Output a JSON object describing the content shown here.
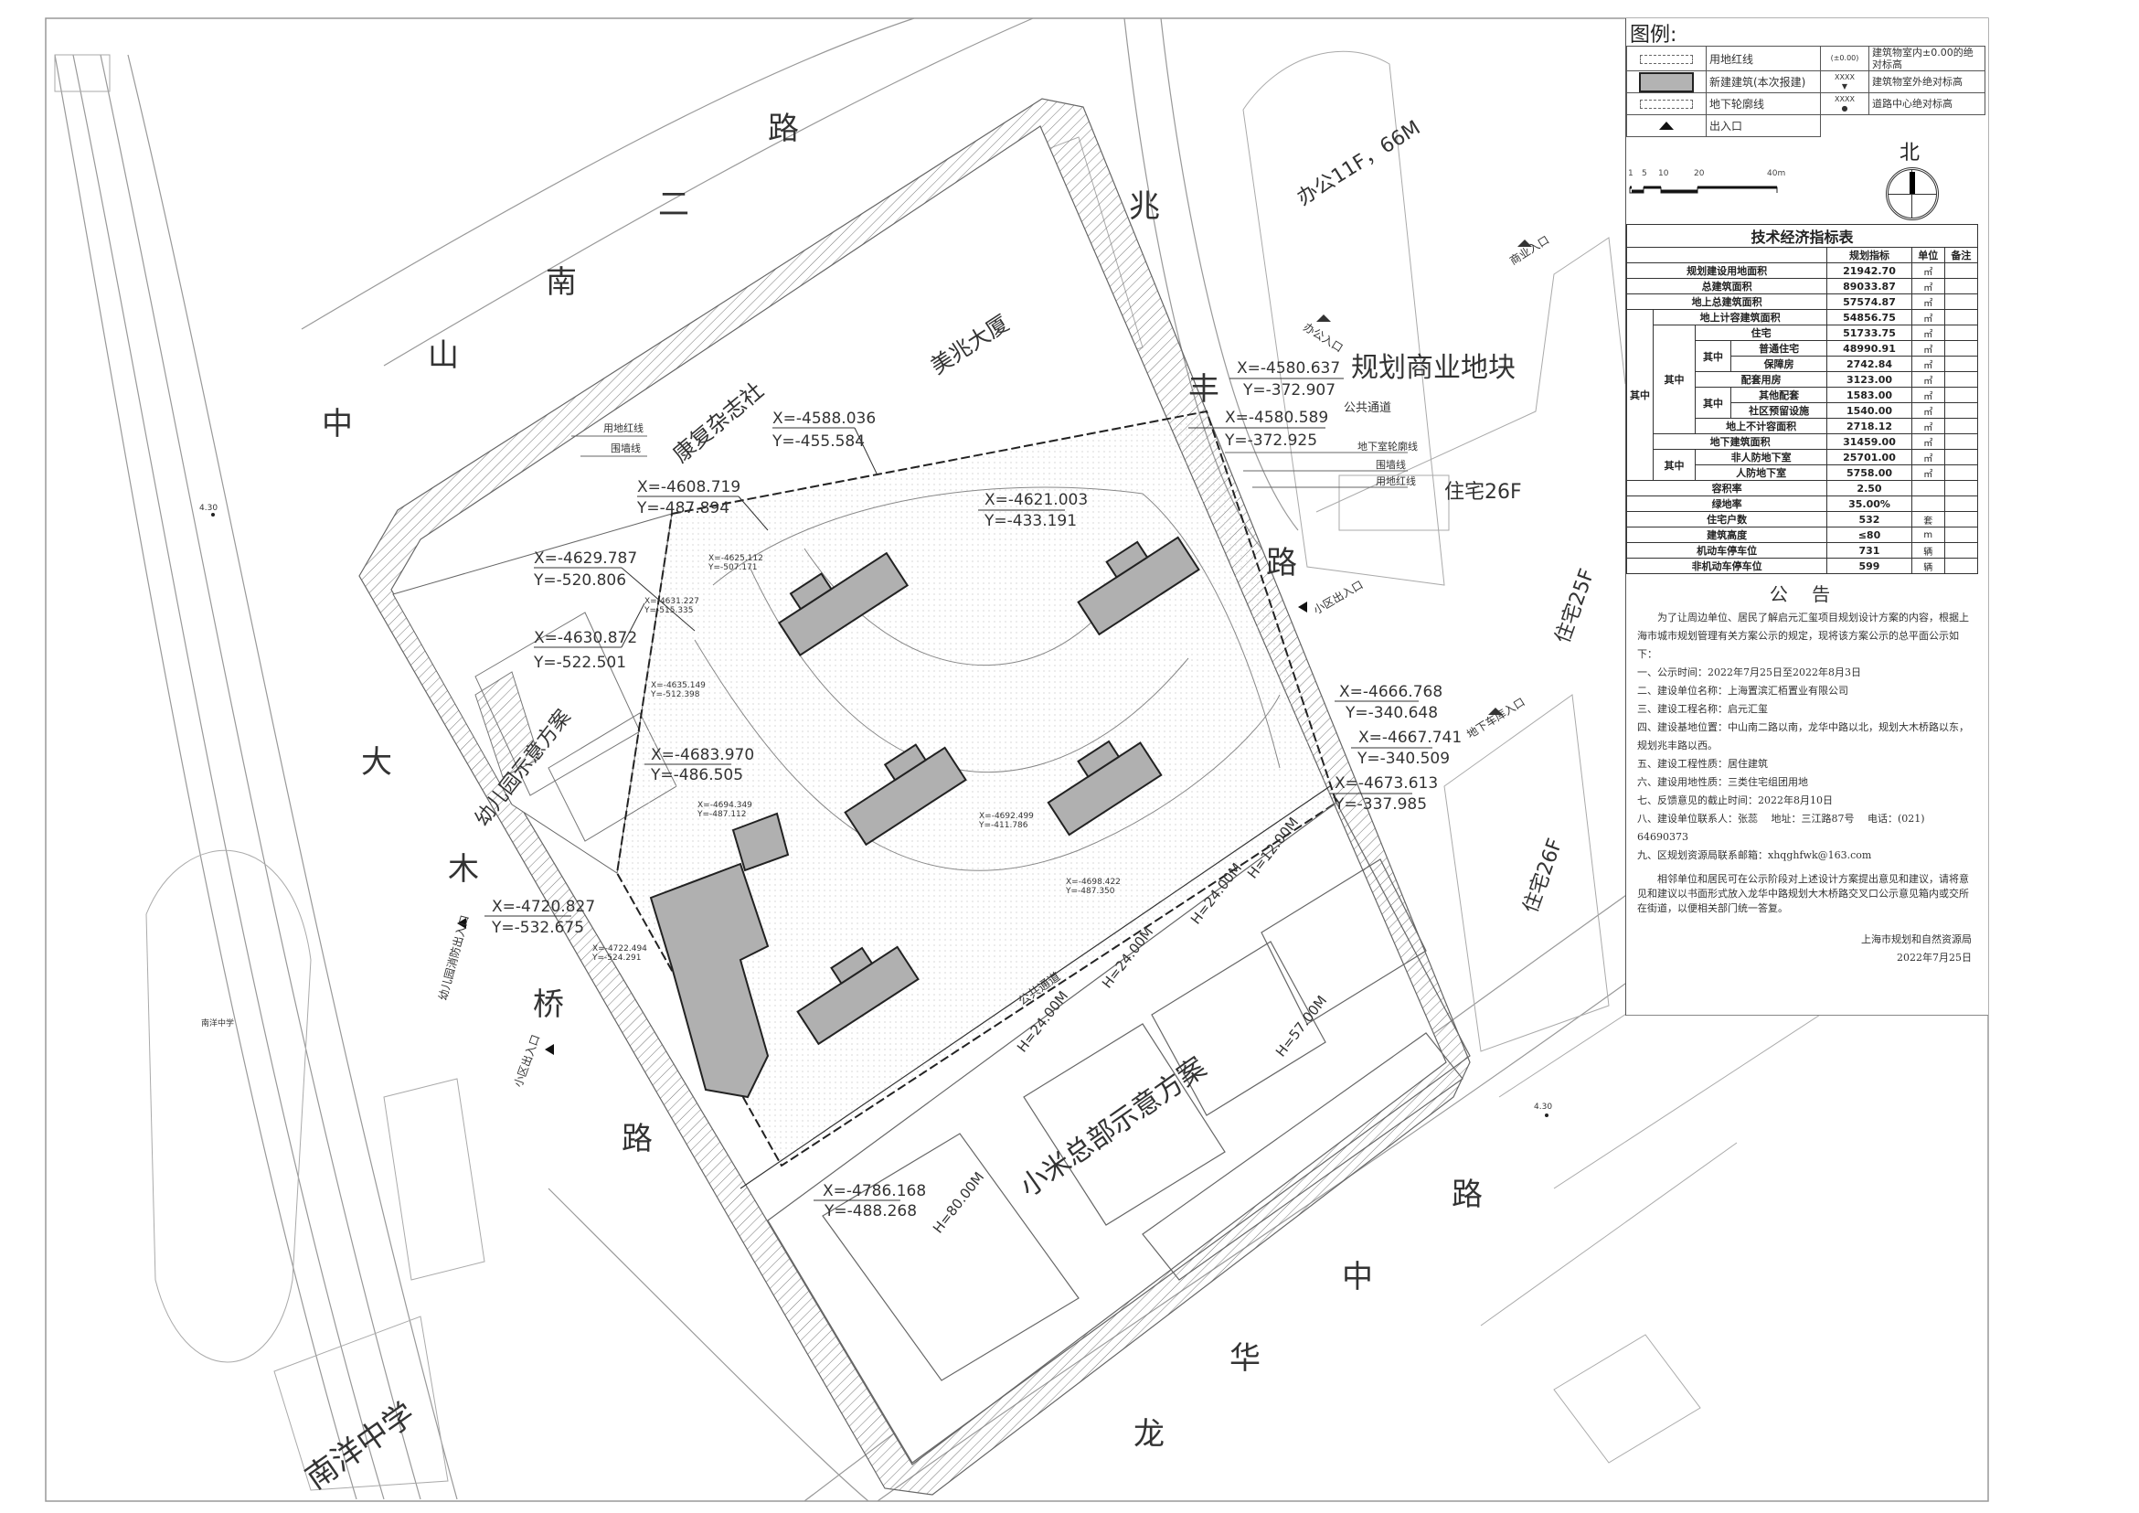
{
  "legend": {
    "title": "图例:",
    "items": [
      {
        "icon": "dashed-rect",
        "label": "用地红线"
      },
      {
        "icon": "grey-building",
        "label": "新建建筑(本次报建)"
      },
      {
        "icon": "dashed-rect",
        "label": "地下轮廓线"
      },
      {
        "icon": "triangle-up",
        "label": "出入口"
      }
    ],
    "items_right": [
      {
        "symbol": "(±0.00)",
        "label": "建筑物室内±0.00的绝对标高"
      },
      {
        "symbol": "XXXX",
        "label": "建筑物室外绝对标高"
      },
      {
        "symbol": "XXXX",
        "label": "道路中心绝对标高"
      }
    ],
    "scale_labels": [
      "1",
      "5",
      "10",
      "20",
      "40m"
    ],
    "north": "北"
  },
  "tech_table": {
    "title": "技术经济指标表",
    "headers": [
      "规划指标",
      "单位",
      "备注"
    ],
    "group_label": "其中",
    "rows": [
      {
        "label": "规划建设用地面积",
        "value": "21942.70",
        "unit": "㎡"
      },
      {
        "label": "总建筑面积",
        "value": "89033.87",
        "unit": "㎡"
      },
      {
        "label": "地上总建筑面积",
        "value": "57574.87",
        "unit": "㎡"
      },
      {
        "label": "地上计容建筑面积",
        "value": "54856.75",
        "unit": "㎡"
      },
      {
        "label": "住宅",
        "value": "51733.75",
        "unit": "㎡"
      },
      {
        "label": "普通住宅",
        "value": "48990.91",
        "unit": "㎡"
      },
      {
        "label": "保障房",
        "value": "2742.84",
        "unit": "㎡"
      },
      {
        "label": "配套用房",
        "value": "3123.00",
        "unit": "㎡"
      },
      {
        "label": "其他配套",
        "value": "1583.00",
        "unit": "㎡"
      },
      {
        "label": "社区预留设施",
        "value": "1540.00",
        "unit": "㎡"
      },
      {
        "label": "地上不计容面积",
        "value": "2718.12",
        "unit": "㎡"
      },
      {
        "label": "地下建筑面积",
        "value": "31459.00",
        "unit": "㎡"
      },
      {
        "label": "非人防地下室",
        "value": "25701.00",
        "unit": "㎡"
      },
      {
        "label": "人防地下室",
        "value": "5758.00",
        "unit": "㎡"
      },
      {
        "label": "容积率",
        "value": "2.50",
        "unit": ""
      },
      {
        "label": "绿地率",
        "value": "35.00%",
        "unit": ""
      },
      {
        "label": "住宅户数",
        "value": "532",
        "unit": "套"
      },
      {
        "label": "建筑高度",
        "value": "≤80",
        "unit": "m"
      },
      {
        "label": "机动车停车位",
        "value": "731",
        "unit": "辆"
      },
      {
        "label": "非机动车停车位",
        "value": "599",
        "unit": "辆"
      }
    ]
  },
  "notice": {
    "title": "公 告",
    "intro": "为了让周边单位、居民了解启元汇玺项目规划设计方案的内容，根据上海市城市规划管理有关方案公示的规定，现将该方案公示的总平面公示如下：",
    "items": [
      "一、公示时间：2022年7月25日至2022年8月3日",
      "二、建设单位名称：上海置滨汇栢置业有限公司",
      "三、建设工程名称：启元汇玺",
      "四、建设基地位置：中山南二路以南，龙华中路以北，规划大木桥路以东，规划兆丰路以西。",
      "五、建设工程性质：居住建筑",
      "六、建设用地性质：三类住宅组团用地",
      "七、反馈意见的截止时间：2022年8月10日",
      "八、建设单位联系人：张蕊　 地址：三江路87号　 电话：(021) 64690373",
      "九、区规划资源局联系邮箱：xhqghfwk@163.com"
    ],
    "closing": "相邻单位和居民可在公示阶段对上述设计方案提出意见和建议，请将意见和建议以书面形式放入龙华中路规划大木桥路交叉口公示意见箱内或交所在街道，以便相关部门统一答复。",
    "signature": "上海市规划和自然资源局",
    "date": "2022年7月25日"
  },
  "map": {
    "roads": {
      "zhongshan": [
        "中",
        "山",
        "南",
        "二",
        "路"
      ],
      "zhaofeng": [
        "兆",
        "丰",
        "路"
      ],
      "damuqiao": [
        "大",
        "木",
        "桥",
        "路"
      ],
      "longhua": [
        "龙",
        "华",
        "中",
        "路"
      ]
    },
    "labels": {
      "meizhao": "美兆大厦",
      "kangfu": "康复杂志社",
      "commercial": "规划商业地块",
      "res26_top": "住宅26F",
      "office": "办公11F，66M",
      "public_passage": "公共通道",
      "public_passage2": "公共通道",
      "kindergarten": "幼儿园示意方案",
      "xiaomi": "小米总部示意方案",
      "nanyang": "南洋中学",
      "nanyang_small": "南洋中学",
      "res25": "住宅25F",
      "res26_right": "住宅26F",
      "redline": "用地红线",
      "wall": "围墙线",
      "basement": "地下室轮廓线",
      "wall2": "围墙线",
      "redline2": "用地红线",
      "elev1": "4.30",
      "elev2": "4.30"
    },
    "entrances": {
      "commercial": "商业入口",
      "office": "办公入口",
      "community_east": "小区出入口",
      "community_west": "小区出入口",
      "kindergarten_fire": "幼儿园消防出入口",
      "garage": "地下车库入口"
    },
    "heights": [
      "H=12.00M",
      "H=24.00M",
      "H=24.00M",
      "H=24.00M",
      "H=57.00M",
      "H=80.00M"
    ],
    "coords": [
      {
        "x": "X=-4580.637",
        "y": "Y=-372.907"
      },
      {
        "x": "X=-4580.589",
        "y": "Y=-372.925"
      },
      {
        "x": "X=-4588.036",
        "y": "Y=-455.584"
      },
      {
        "x": "X=-4608.719",
        "y": "Y=-487.894"
      },
      {
        "x": "X=-4621.003",
        "y": "Y=-433.191"
      },
      {
        "x": "X=-4629.787",
        "y": "Y=-520.806"
      },
      {
        "x": "X=-4630.872",
        "y": "Y=-522.501"
      },
      {
        "x": "X=-4683.970",
        "y": "Y=-486.505"
      },
      {
        "x": "X=-4720.827",
        "y": "Y=-532.675"
      },
      {
        "x": "X=-4666.768",
        "y": "Y=-340.648"
      },
      {
        "x": "X=-4667.741",
        "y": "Y=-340.509"
      },
      {
        "x": "X=-4673.613",
        "y": "Y=-337.985"
      },
      {
        "x": "X=-4786.168",
        "y": "Y=-488.268"
      }
    ],
    "small_coords": [
      {
        "x": "X=-4625.112",
        "y": "Y=-507.171"
      },
      {
        "x": "X=-4631.227",
        "y": "Y=-515.335"
      },
      {
        "x": "X=-4635.149",
        "y": "Y=-512.398"
      },
      {
        "x": "X=-4694.349",
        "y": "Y=-487.112"
      },
      {
        "x": "X=-4722.494",
        "y": "Y=-524.291"
      },
      {
        "x": "X=-4698.422",
        "y": "Y=-487.350"
      },
      {
        "x": "X=-4692.499",
        "y": "Y=-411.786"
      }
    ]
  }
}
